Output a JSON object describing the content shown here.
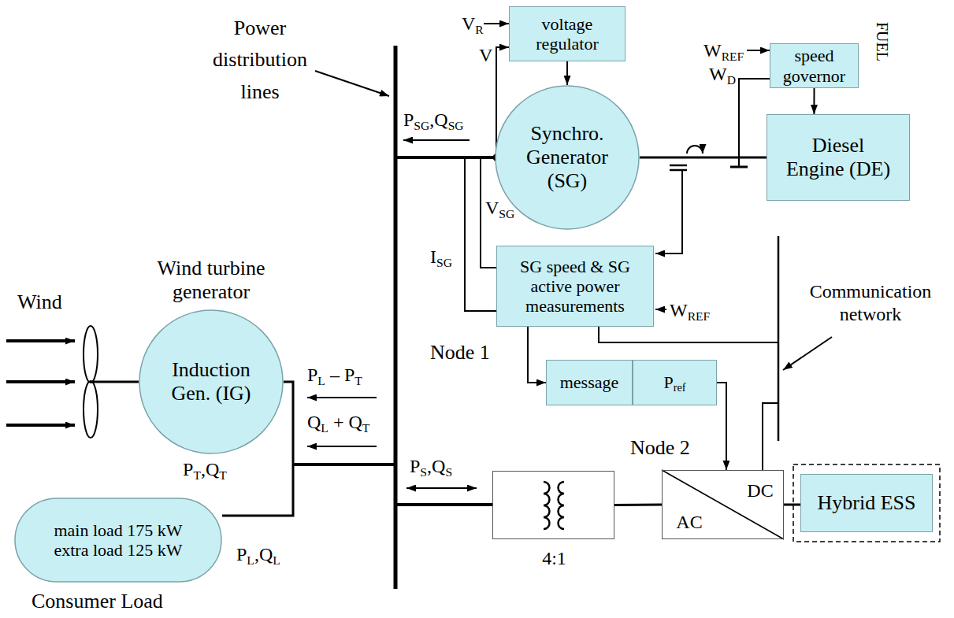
{
  "diagram": {
    "nodes": [
      {
        "text": [
          "voltage regulator"
        ]
      },
      {
        "text": [
          "speed governor"
        ]
      },
      {
        "text": [
          "Synchro. Generator (SG)"
        ]
      },
      {
        "text": [
          "Diesel Engine (DE)"
        ]
      },
      {
        "text": [
          "SG speed & SG active power measurements"
        ]
      },
      {
        "text": [
          "message"
        ]
      },
      {
        "text": [
          "Pref"
        ]
      },
      {
        "text": [
          "Induction Gen. (IG)"
        ]
      },
      {
        "text": [
          "main load 175 kW",
          "extra load 125 kW"
        ]
      },
      {
        "text": [
          "4:1"
        ]
      },
      {
        "text": [
          "DC",
          "AC"
        ]
      },
      {
        "text": [
          "Hybrid ESS"
        ]
      }
    ],
    "edges": [
      {
        "from": 0,
        "to": 2,
        "arrow": "to"
      },
      {
        "from": 1,
        "to": 3,
        "arrow": "to"
      },
      {
        "from": 2,
        "to": 3,
        "arrow": "none"
      },
      {
        "from": 4,
        "to": 5,
        "arrow": "to"
      },
      {
        "from": 6,
        "to": 10,
        "arrow": "to"
      },
      {
        "from": 9,
        "to": 10,
        "arrow": "none"
      },
      {
        "from": 10,
        "to": 11,
        "arrow": "none"
      }
    ],
    "labels": [
      "Power distribution lines",
      "VR",
      "V",
      "WREF",
      "WD",
      "FUEL",
      "PSG,QSG",
      "VSG",
      "ISG",
      "WREF",
      "Wind turbine generator",
      "Wind",
      "Node 1",
      "Communication network",
      "PL – PT",
      "QL + QT",
      "PT,QT",
      "PS,QS",
      "Node 2",
      "PL,QL",
      "Consumer Load"
    ]
  }
}
